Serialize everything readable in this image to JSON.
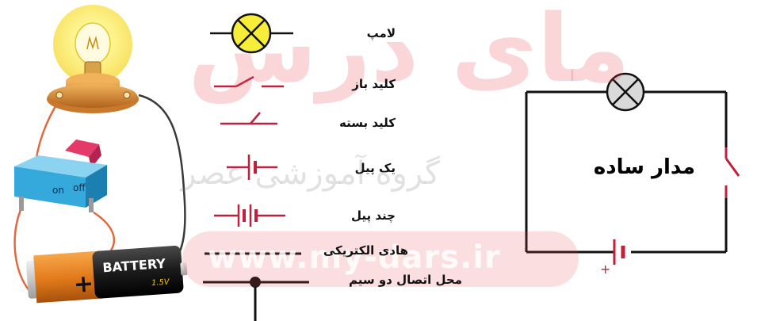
{
  "symbols": [
    {
      "label": "لامپ"
    },
    {
      "label": "کلید باز"
    },
    {
      "label": "کلید بسته"
    },
    {
      "label": "یک پیل"
    },
    {
      "label": "چند پیل"
    },
    {
      "label": "هادی الکتریکی"
    },
    {
      "label": "محل اتصال دو سیم"
    }
  ],
  "circuit": {
    "title": "مدار ساده",
    "plus_sign": "+"
  },
  "battery": {
    "brand": "BATTERY",
    "voltage": "1.5V",
    "plus_sign": "+"
  },
  "switch_device": {
    "on_label": "on",
    "off_label": "off"
  },
  "watermark": {
    "brand": "مای درس",
    "group": "گروه آموزشی عصر",
    "url": "www.my-dars.ir"
  },
  "colors": {
    "symbol_red": "#c0213a",
    "lamp_yellow": "#f7ee3a",
    "watermark_red": "#e84650",
    "battery_orange": "#e0781a",
    "switch_blue": "#35a9dc",
    "switch_red": "#e33a6a"
  }
}
